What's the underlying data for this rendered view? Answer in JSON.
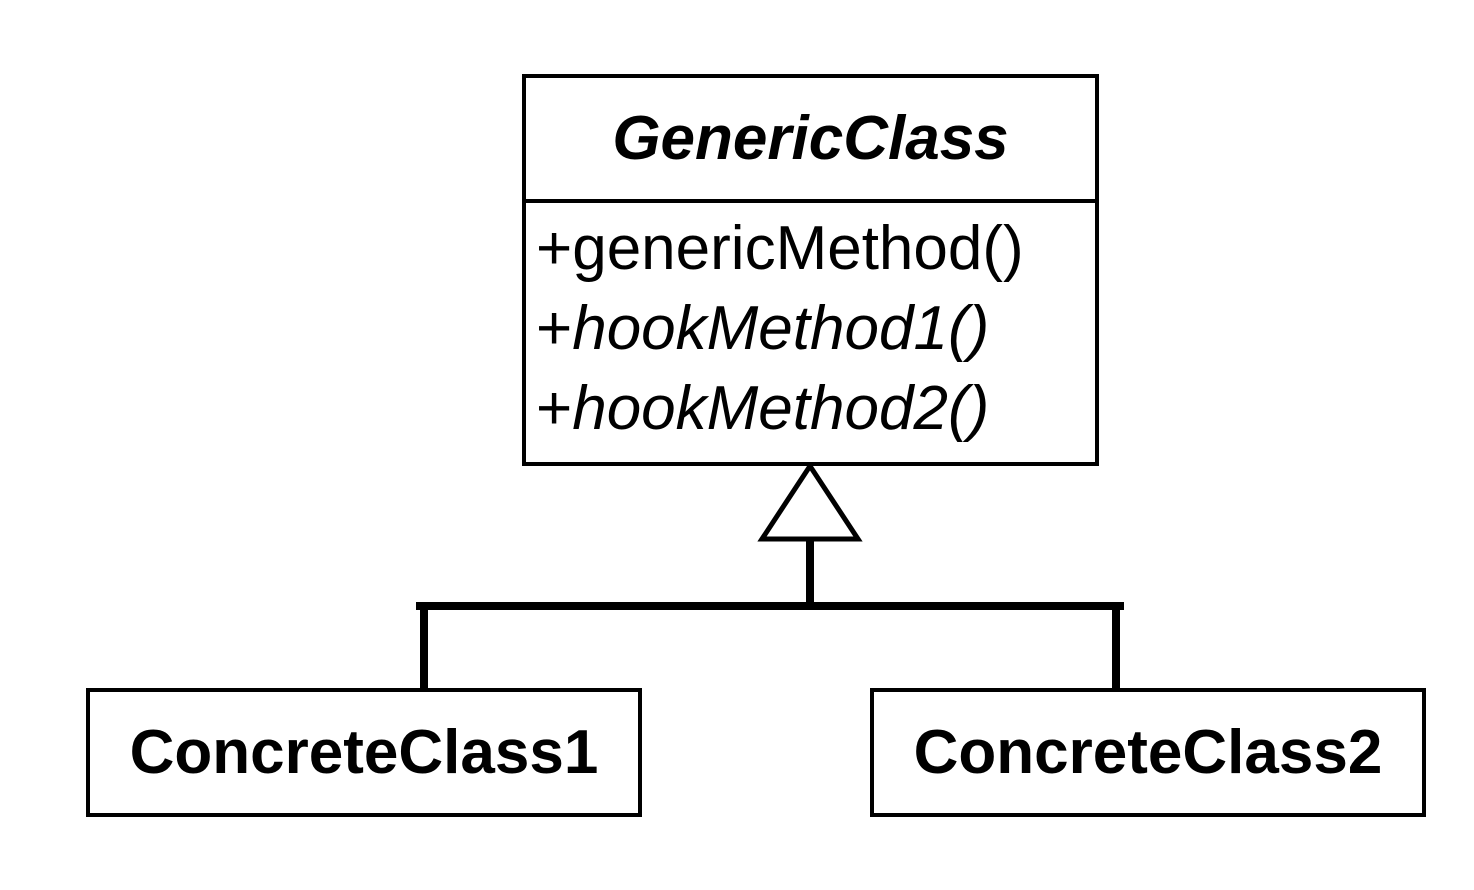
{
  "diagram": {
    "generic_class": {
      "name": "GenericClass",
      "methods": [
        {
          "visibility": "+",
          "signature": "genericMethod()",
          "abstract": false
        },
        {
          "visibility": "+",
          "signature": "hookMethod1()",
          "abstract": true
        },
        {
          "visibility": "+",
          "signature": "hookMethod2()",
          "abstract": true
        }
      ]
    },
    "subclasses": [
      {
        "name": "ConcreteClass1"
      },
      {
        "name": "ConcreteClass2"
      }
    ],
    "relationship": "generalization",
    "colors": {
      "stroke": "#000000",
      "fill": "#ffffff"
    }
  }
}
